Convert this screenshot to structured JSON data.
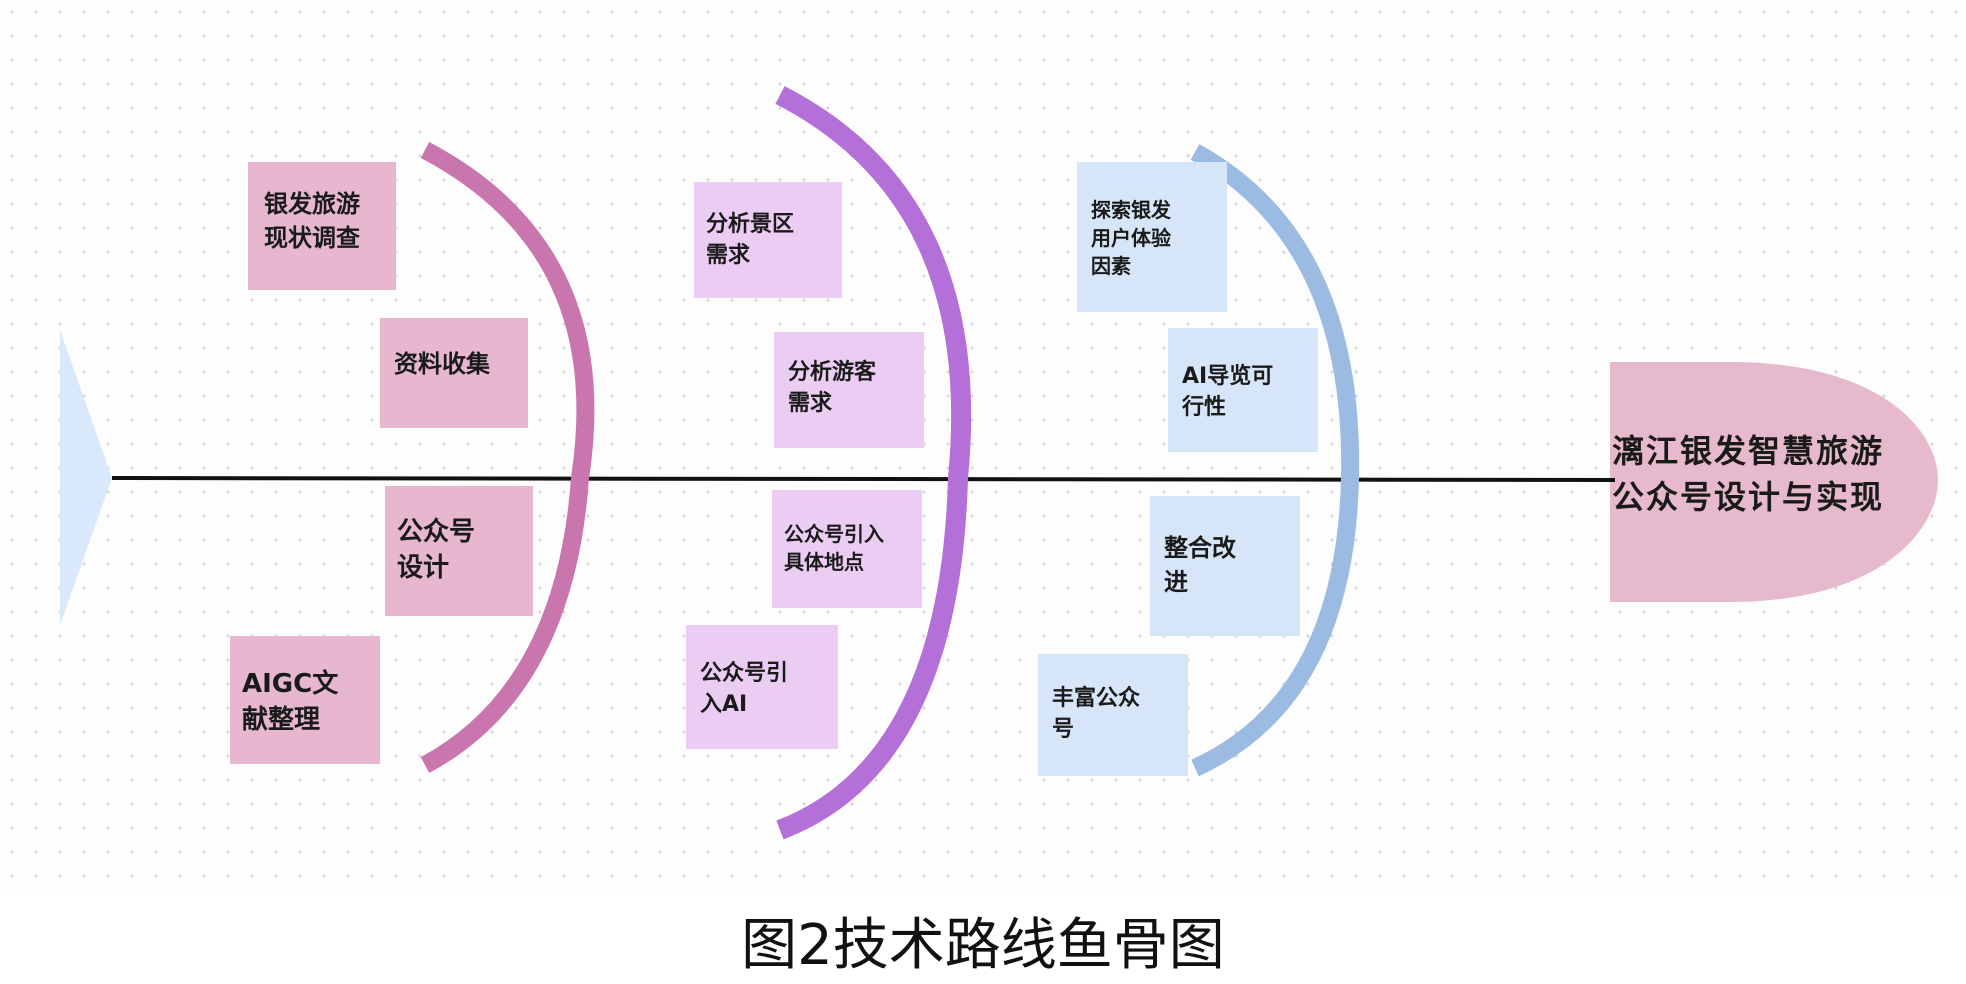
{
  "head": {
    "line1": "漓江银发智慧旅游",
    "line2": "公众号设计与实现"
  },
  "bones": [
    {
      "color": "#c876ad",
      "boxes": [
        {
          "lines": [
            "银发旅游",
            "现状调查"
          ]
        },
        {
          "lines": [
            "资料收集"
          ]
        },
        {
          "lines": [
            "公众号",
            "设计"
          ]
        },
        {
          "lines": [
            "AIGC文",
            "献整理"
          ]
        }
      ]
    },
    {
      "color": "#b56fd8",
      "boxes": [
        {
          "lines": [
            "分析景区",
            "需求"
          ]
        },
        {
          "lines": [
            "分析游客",
            "需求"
          ]
        },
        {
          "lines": [
            "公众号引入",
            "具体地点"
          ]
        },
        {
          "lines": [
            "公众号引",
            "入AI"
          ]
        }
      ]
    },
    {
      "color": "#9bbbe3",
      "boxes": [
        {
          "lines": [
            "探索银发",
            "用户体验",
            "因素"
          ]
        },
        {
          "lines": [
            "AI导览可",
            "行性"
          ]
        },
        {
          "lines": [
            "整合改",
            "进"
          ]
        },
        {
          "lines": [
            "丰富公众",
            "号"
          ]
        }
      ]
    }
  ],
  "caption": "图2技术路线鱼骨图",
  "colors": {
    "spine": "#111111",
    "tail": "#d9e8fa",
    "head": "#e7b9cc",
    "box_group1": "#e6b7cf",
    "box_group2": "#ebcdf4",
    "box_group3": "#d6e6f8"
  }
}
